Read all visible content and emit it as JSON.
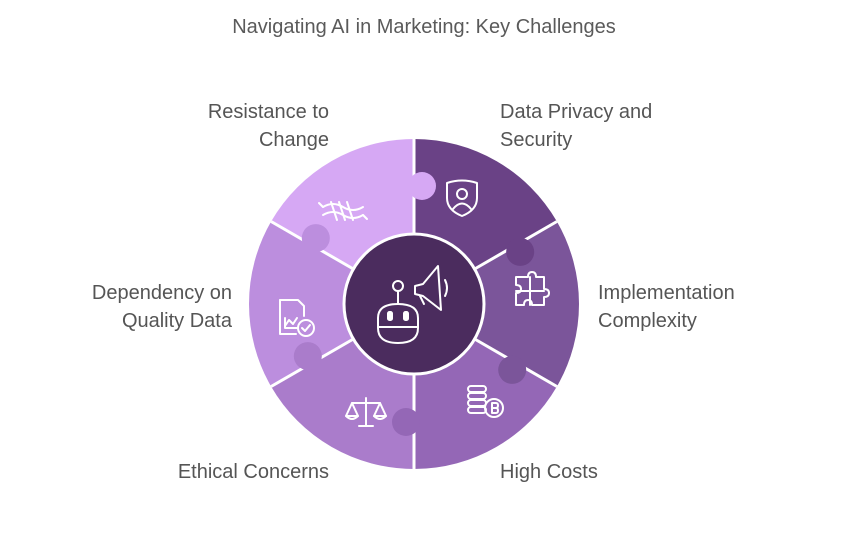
{
  "title": "Navigating AI in Marketing: Key Challenges",
  "segments": [
    {
      "name": "Data Privacy and Security",
      "lines": [
        "Data Privacy and",
        "Security"
      ],
      "color": "#6a4286",
      "icon": "shield-user-icon"
    },
    {
      "name": "Implementation Complexity",
      "lines": [
        "Implementation",
        "Complexity"
      ],
      "color": "#7b559a",
      "icon": "puzzle-icon"
    },
    {
      "name": "High Costs",
      "lines": [
        "High Costs"
      ],
      "color": "#9467b6",
      "icon": "coins-icon"
    },
    {
      "name": "Ethical Concerns",
      "lines": [
        "Ethical Concerns"
      ],
      "color": "#aa7ccb",
      "icon": "scales-icon"
    },
    {
      "name": "Dependency on Quality Data",
      "lines": [
        "Dependency on",
        "Quality Data"
      ],
      "color": "#bc8ede",
      "icon": "document-check-icon"
    },
    {
      "name": "Resistance to Change",
      "lines": [
        "Resistance to",
        "Change"
      ],
      "color": "#d6a8f4",
      "icon": "rope-knot-icon"
    }
  ],
  "center": {
    "color": "#4b2c5e",
    "icon": "robot-megaphone-icon"
  }
}
